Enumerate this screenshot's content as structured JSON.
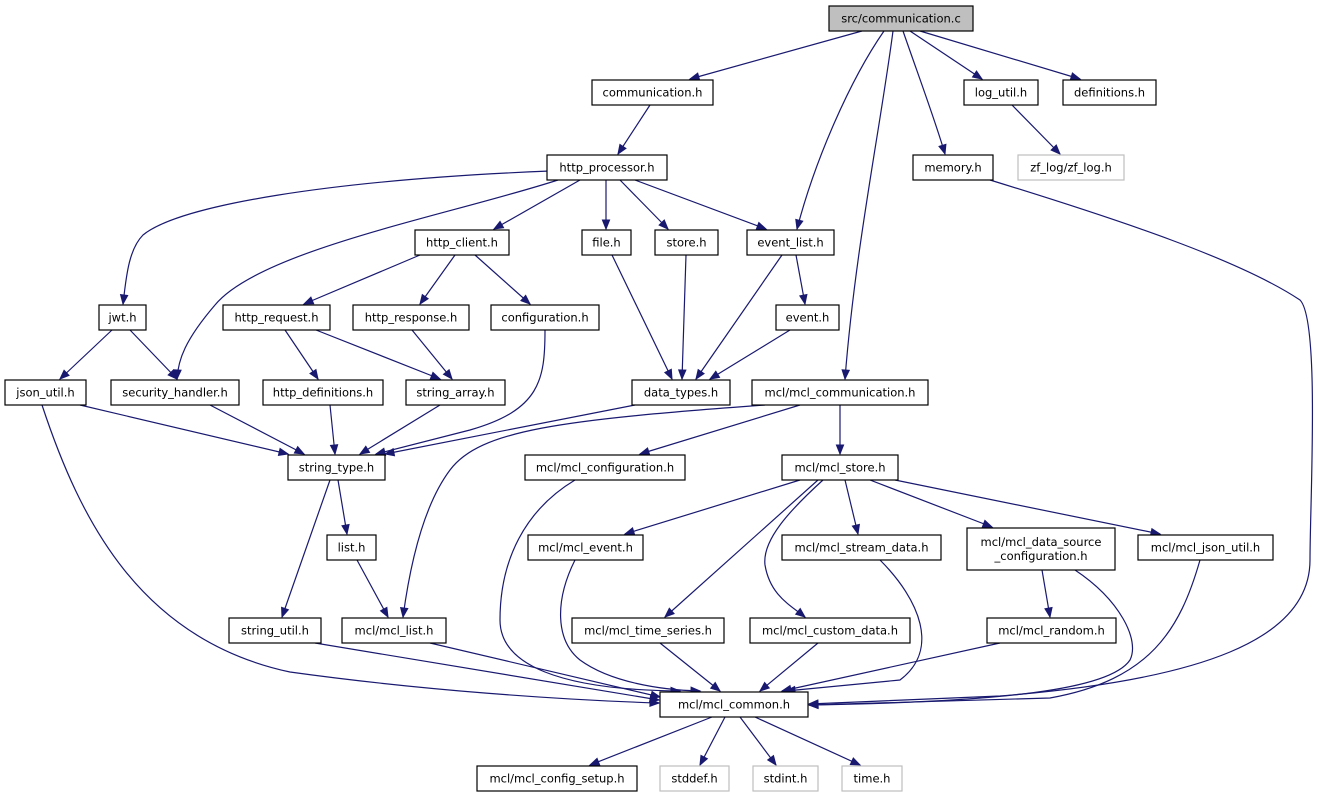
{
  "diagram": {
    "title": "src/communication.c",
    "colors": {
      "edge": "#191970",
      "root_fill": "#bfbfbf",
      "external_border": "#bfbfbf",
      "node_border": "#000000"
    },
    "nodes": [
      {
        "id": "root",
        "lines": [
          "src/communication.c"
        ],
        "style": "root"
      },
      {
        "id": "communication_h",
        "lines": [
          "communication.h"
        ]
      },
      {
        "id": "log_util_h",
        "lines": [
          "log_util.h"
        ]
      },
      {
        "id": "definitions_h",
        "lines": [
          "definitions.h"
        ]
      },
      {
        "id": "http_processor_h",
        "lines": [
          "http_processor.h"
        ]
      },
      {
        "id": "memory_h",
        "lines": [
          "memory.h"
        ]
      },
      {
        "id": "zf_log_h",
        "lines": [
          "zf_log/zf_log.h"
        ],
        "style": "external"
      },
      {
        "id": "http_client_h",
        "lines": [
          "http_client.h"
        ]
      },
      {
        "id": "file_h",
        "lines": [
          "file.h"
        ]
      },
      {
        "id": "store_h",
        "lines": [
          "store.h"
        ]
      },
      {
        "id": "event_list_h",
        "lines": [
          "event_list.h"
        ]
      },
      {
        "id": "jwt_h",
        "lines": [
          "jwt.h"
        ]
      },
      {
        "id": "http_request_h",
        "lines": [
          "http_request.h"
        ]
      },
      {
        "id": "http_response_h",
        "lines": [
          "http_response.h"
        ]
      },
      {
        "id": "configuration_h",
        "lines": [
          "configuration.h"
        ]
      },
      {
        "id": "event_h",
        "lines": [
          "event.h"
        ]
      },
      {
        "id": "json_util_h",
        "lines": [
          "json_util.h"
        ]
      },
      {
        "id": "security_handler_h",
        "lines": [
          "security_handler.h"
        ]
      },
      {
        "id": "http_definitions_h",
        "lines": [
          "http_definitions.h"
        ]
      },
      {
        "id": "string_array_h",
        "lines": [
          "string_array.h"
        ]
      },
      {
        "id": "data_types_h",
        "lines": [
          "data_types.h"
        ]
      },
      {
        "id": "mcl_communication_h",
        "lines": [
          "mcl/mcl_communication.h"
        ]
      },
      {
        "id": "string_type_h",
        "lines": [
          "string_type.h"
        ]
      },
      {
        "id": "mcl_configuration_h",
        "lines": [
          "mcl/mcl_configuration.h"
        ]
      },
      {
        "id": "mcl_store_h",
        "lines": [
          "mcl/mcl_store.h"
        ]
      },
      {
        "id": "list_h",
        "lines": [
          "list.h"
        ]
      },
      {
        "id": "mcl_event_h",
        "lines": [
          "mcl/mcl_event.h"
        ]
      },
      {
        "id": "mcl_stream_data_h",
        "lines": [
          "mcl/mcl_stream_data.h"
        ]
      },
      {
        "id": "mcl_data_source_configuration_h",
        "lines": [
          "mcl/mcl_data_source",
          "_configuration.h"
        ]
      },
      {
        "id": "mcl_json_util_h",
        "lines": [
          "mcl/mcl_json_util.h"
        ]
      },
      {
        "id": "string_util_h",
        "lines": [
          "string_util.h"
        ]
      },
      {
        "id": "mcl_list_h",
        "lines": [
          "mcl/mcl_list.h"
        ]
      },
      {
        "id": "mcl_time_series_h",
        "lines": [
          "mcl/mcl_time_series.h"
        ]
      },
      {
        "id": "mcl_custom_data_h",
        "lines": [
          "mcl/mcl_custom_data.h"
        ]
      },
      {
        "id": "mcl_random_h",
        "lines": [
          "mcl/mcl_random.h"
        ]
      },
      {
        "id": "mcl_common_h",
        "lines": [
          "mcl/mcl_common.h"
        ]
      },
      {
        "id": "mcl_config_setup_h",
        "lines": [
          "mcl/mcl_config_setup.h"
        ]
      },
      {
        "id": "stddef_h",
        "lines": [
          "stddef.h"
        ],
        "style": "external"
      },
      {
        "id": "stdint_h",
        "lines": [
          "stdint.h"
        ],
        "style": "external"
      },
      {
        "id": "time_h",
        "lines": [
          "time.h"
        ],
        "style": "external"
      }
    ],
    "edges": [
      {
        "from": "root",
        "to": "communication_h"
      },
      {
        "from": "root",
        "to": "event_list_h"
      },
      {
        "from": "root",
        "to": "mcl_communication_h"
      },
      {
        "from": "root",
        "to": "memory_h"
      },
      {
        "from": "root",
        "to": "log_util_h"
      },
      {
        "from": "root",
        "to": "definitions_h"
      },
      {
        "from": "communication_h",
        "to": "http_processor_h"
      },
      {
        "from": "log_util_h",
        "to": "zf_log_h"
      },
      {
        "from": "memory_h",
        "to": "mcl_common_h"
      },
      {
        "from": "http_processor_h",
        "to": "jwt_h"
      },
      {
        "from": "http_processor_h",
        "to": "security_handler_h"
      },
      {
        "from": "http_processor_h",
        "to": "http_client_h"
      },
      {
        "from": "http_processor_h",
        "to": "file_h"
      },
      {
        "from": "http_processor_h",
        "to": "store_h"
      },
      {
        "from": "http_processor_h",
        "to": "event_list_h"
      },
      {
        "from": "http_client_h",
        "to": "http_request_h"
      },
      {
        "from": "http_client_h",
        "to": "http_response_h"
      },
      {
        "from": "http_client_h",
        "to": "configuration_h"
      },
      {
        "from": "file_h",
        "to": "data_types_h"
      },
      {
        "from": "store_h",
        "to": "data_types_h"
      },
      {
        "from": "event_list_h",
        "to": "data_types_h"
      },
      {
        "from": "event_list_h",
        "to": "event_h"
      },
      {
        "from": "event_h",
        "to": "data_types_h"
      },
      {
        "from": "jwt_h",
        "to": "json_util_h"
      },
      {
        "from": "jwt_h",
        "to": "security_handler_h"
      },
      {
        "from": "http_request_h",
        "to": "http_definitions_h"
      },
      {
        "from": "http_request_h",
        "to": "string_array_h"
      },
      {
        "from": "http_response_h",
        "to": "string_array_h"
      },
      {
        "from": "configuration_h",
        "to": "string_type_h"
      },
      {
        "from": "json_util_h",
        "to": "string_type_h"
      },
      {
        "from": "json_util_h",
        "to": "mcl_common_h"
      },
      {
        "from": "security_handler_h",
        "to": "string_type_h"
      },
      {
        "from": "http_definitions_h",
        "to": "string_type_h"
      },
      {
        "from": "string_array_h",
        "to": "string_type_h"
      },
      {
        "from": "data_types_h",
        "to": "string_type_h"
      },
      {
        "from": "mcl_communication_h",
        "to": "mcl_list_h"
      },
      {
        "from": "mcl_communication_h",
        "to": "mcl_configuration_h"
      },
      {
        "from": "mcl_communication_h",
        "to": "mcl_store_h"
      },
      {
        "from": "string_type_h",
        "to": "list_h"
      },
      {
        "from": "string_type_h",
        "to": "string_util_h"
      },
      {
        "from": "list_h",
        "to": "mcl_list_h"
      },
      {
        "from": "mcl_configuration_h",
        "to": "mcl_common_h"
      },
      {
        "from": "mcl_store_h",
        "to": "mcl_event_h"
      },
      {
        "from": "mcl_store_h",
        "to": "mcl_time_series_h"
      },
      {
        "from": "mcl_store_h",
        "to": "mcl_custom_data_h"
      },
      {
        "from": "mcl_store_h",
        "to": "mcl_stream_data_h"
      },
      {
        "from": "mcl_store_h",
        "to": "mcl_data_source_configuration_h"
      },
      {
        "from": "mcl_store_h",
        "to": "mcl_json_util_h"
      },
      {
        "from": "mcl_event_h",
        "to": "mcl_common_h"
      },
      {
        "from": "mcl_stream_data_h",
        "to": "mcl_common_h"
      },
      {
        "from": "mcl_data_source_configuration_h",
        "to": "mcl_random_h"
      },
      {
        "from": "mcl_data_source_configuration_h",
        "to": "mcl_common_h"
      },
      {
        "from": "mcl_json_util_h",
        "to": "mcl_common_h"
      },
      {
        "from": "string_util_h",
        "to": "mcl_common_h"
      },
      {
        "from": "mcl_list_h",
        "to": "mcl_common_h"
      },
      {
        "from": "mcl_time_series_h",
        "to": "mcl_common_h"
      },
      {
        "from": "mcl_custom_data_h",
        "to": "mcl_common_h"
      },
      {
        "from": "mcl_random_h",
        "to": "mcl_common_h"
      },
      {
        "from": "mcl_common_h",
        "to": "mcl_config_setup_h"
      },
      {
        "from": "mcl_common_h",
        "to": "stddef_h"
      },
      {
        "from": "mcl_common_h",
        "to": "stdint_h"
      },
      {
        "from": "mcl_common_h",
        "to": "time_h"
      }
    ]
  }
}
